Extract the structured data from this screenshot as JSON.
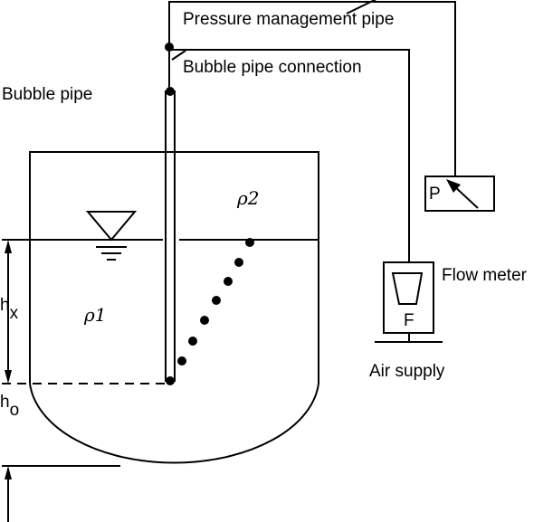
{
  "labels": {
    "pressure_pipe": "Pressure management pipe",
    "bubble_connection": "Bubble pipe connection",
    "bubble_pipe": "Bubble pipe",
    "rho2": "ρ2",
    "rho1": "ρ1",
    "hx_base": "h",
    "hx_sub": "x",
    "ho_base": "h",
    "ho_sub": "o",
    "gauge_letter": "P",
    "flow_meter": "Flow meter",
    "flow_letter": "F",
    "air_supply": "Air supply"
  },
  "colors": {
    "stroke": "#000000",
    "background": "#ffffff"
  }
}
